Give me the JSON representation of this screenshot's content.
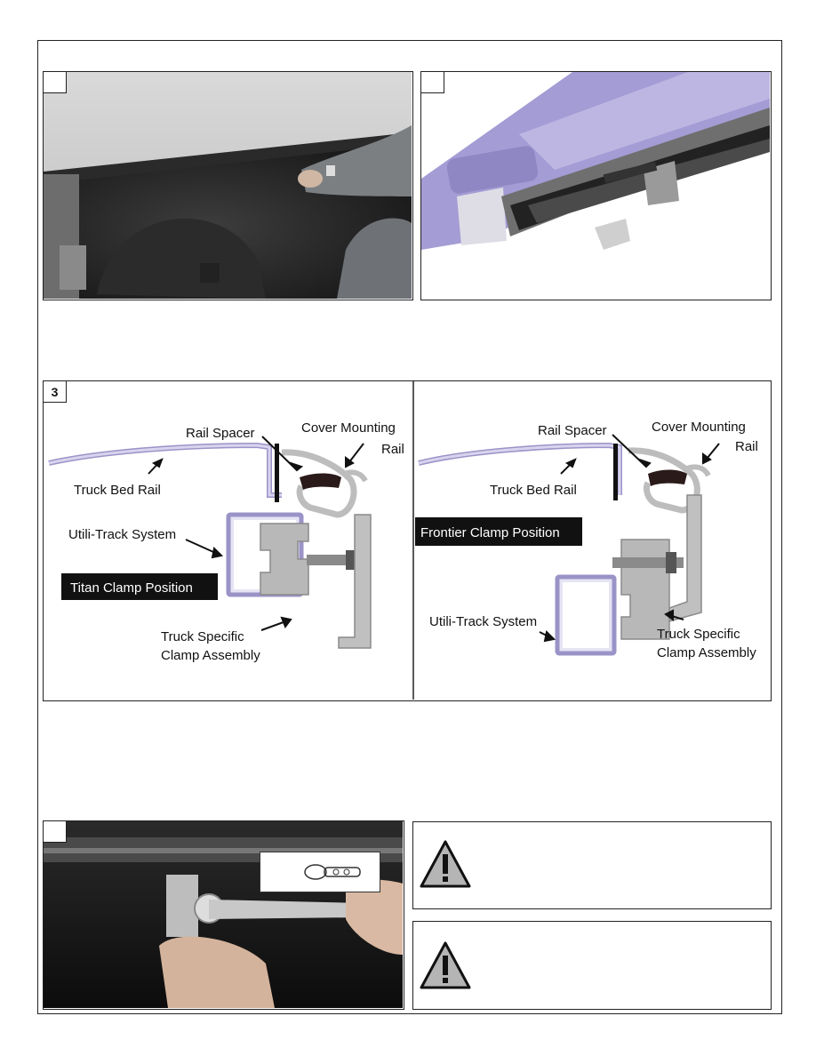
{
  "step1": {
    "number": ""
  },
  "step2": {
    "number": ""
  },
  "step3": {
    "number": "3",
    "left": {
      "labels": {
        "rail_spacer": "Rail Spacer",
        "cover_mounting_1": "Cover Mounting",
        "cover_mounting_2": "Rail",
        "truck_bed_rail": "Truck Bed Rail",
        "utili_track": "Utili-Track System",
        "clamp_position": "Titan Clamp Position",
        "truck_specific_1": "Truck Specific",
        "truck_specific_2": "Clamp Assembly"
      }
    },
    "right": {
      "labels": {
        "rail_spacer": "Rail Spacer",
        "cover_mounting_1": "Cover Mounting",
        "cover_mounting_2": "Rail",
        "truck_bed_rail": "Truck Bed Rail",
        "clamp_position": "Frontier Clamp Position",
        "utili_track": "Utili-Track System",
        "truck_specific_1": "Truck Specific",
        "truck_specific_2": "Clamp Assembly"
      }
    }
  },
  "step4": {
    "number": ""
  },
  "warnings": [
    {
      "icon": "warning-triangle-icon",
      "text": ""
    },
    {
      "icon": "warning-triangle-icon",
      "text": ""
    }
  ],
  "colors": {
    "rail_purple": "#a79fd0",
    "clamp_gray": "#b7b7b7",
    "label_bg": "#111111"
  }
}
